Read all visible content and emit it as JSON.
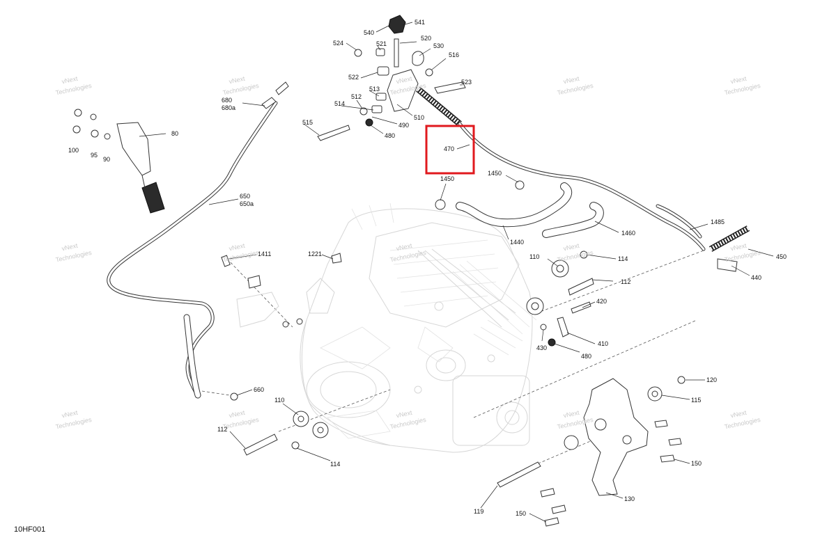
{
  "figure_code": "10HF001",
  "watermark_text": [
    "vNext",
    "Technologies"
  ],
  "highlight_color": "#e0191e",
  "callouts": {
    "c540": "540",
    "c541": "541",
    "c524": "524",
    "c521": "521",
    "c520": "520",
    "c530": "530",
    "c516": "516",
    "c522": "522",
    "c523": "523",
    "c513": "513",
    "c512": "512",
    "c514": "514",
    "c510": "510",
    "c515": "515",
    "c490": "490",
    "c480a": "480",
    "c470": "470",
    "c1450a": "1450",
    "c1450b": "1450",
    "c1440": "1440",
    "c1460": "1460",
    "c1485": "1485",
    "c450": "450",
    "c440": "440",
    "c680": "680",
    "c680a": "680a",
    "c80": "80",
    "c100": "100",
    "c95": "95",
    "c90": "90",
    "c650": "650",
    "c650a": "650a",
    "c1221": "1221",
    "c1411": "1411",
    "c110a": "110",
    "c114a": "114",
    "c112a": "112",
    "c420": "420",
    "c410": "410",
    "c430": "430",
    "c480b": "480",
    "c660": "660",
    "c110b": "110",
    "c112b": "112",
    "c114b": "114",
    "c120": "120",
    "c115": "115",
    "c150a": "150",
    "c130": "130",
    "c119": "119",
    "c150b": "150"
  }
}
